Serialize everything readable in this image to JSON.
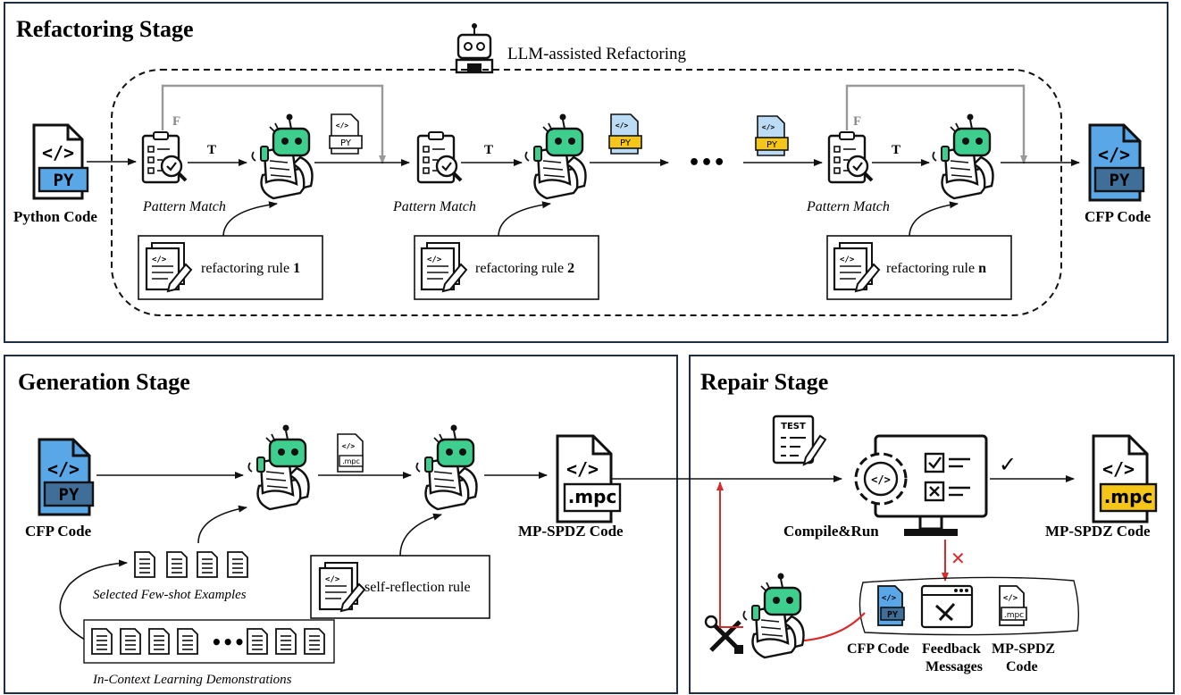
{
  "refactoring_stage": {
    "title": "Refactoring Stage",
    "llm_label": "LLM-assisted Refactoring",
    "input_label": "Python Code",
    "output_label": "CFP Code",
    "pattern_match_label": "Pattern Match",
    "true_label": "T",
    "false_label": "F",
    "ellipsis": "•••",
    "rule_prefix": "refactoring rule ",
    "rule_ids": [
      "1",
      "2",
      "n"
    ],
    "file_tag": "PY",
    "code_glyph": "</>"
  },
  "generation_stage": {
    "title": "Generation Stage",
    "input_label": "CFP Code",
    "output_label": "MP-SPDZ Code",
    "few_shot_label": "Selected Few-shot Examples",
    "icl_label": "In-Context Learning Demonstrations",
    "ellipsis": "•••",
    "self_reflection_label": "self-reflection rule",
    "mpc_tag": ".mpc"
  },
  "repair_stage": {
    "title": "Repair Stage",
    "test_label": "TEST",
    "compile_label": "Compile&Run",
    "success_mark": "✓",
    "fail_mark": "✕",
    "output_label": "MP-SPDZ Code",
    "feedback_items": [
      "CFP Code",
      "Feedback Messages",
      "MP-SPDZ Code"
    ]
  },
  "colors": {
    "frame": "#1f2d45",
    "file_blue": "#5aa7e8",
    "file_yellow": "#f5c518",
    "robot_green": "#3ecf8e",
    "feedback_red": "#d92b2b",
    "loop_gray": "#999999"
  }
}
